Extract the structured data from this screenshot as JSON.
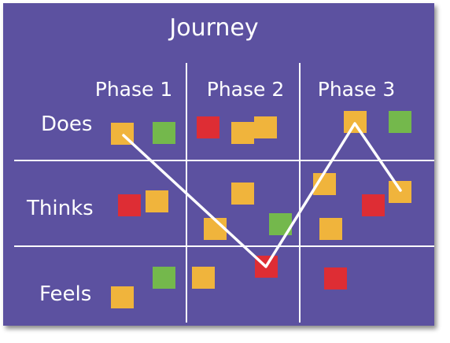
{
  "board": {
    "title": "Journey",
    "phases": [
      "Phase 1",
      "Phase 2",
      "Phase 3"
    ],
    "rows": [
      "Does",
      "Thinks",
      "Feels"
    ]
  },
  "colors": {
    "background": "#5b51a0",
    "grid": "#ffffff",
    "yellow": "#f0b43c",
    "green": "#74b84c",
    "red": "#de2d34",
    "path": "#ffffff"
  }
}
